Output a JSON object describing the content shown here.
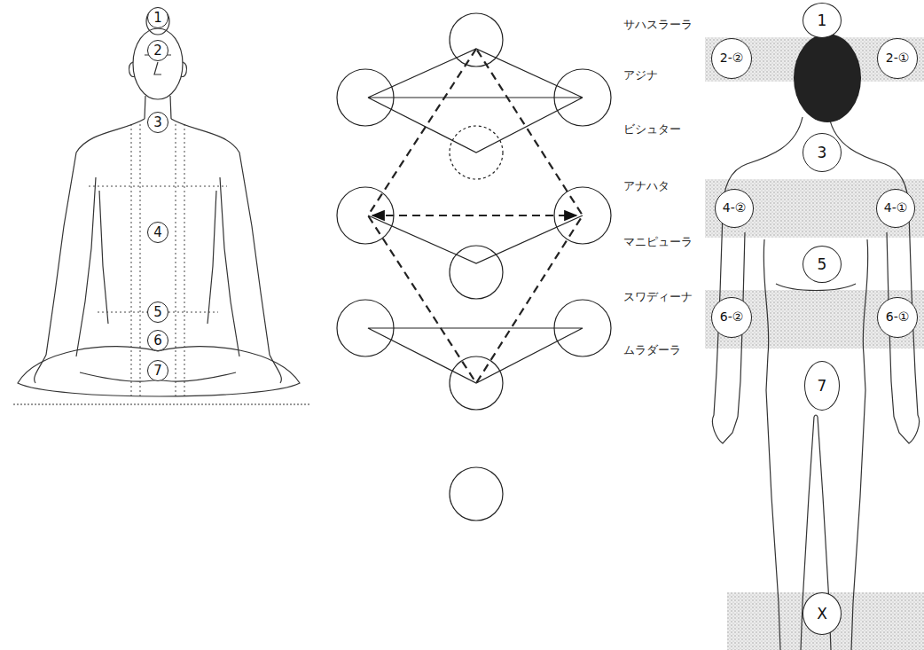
{
  "diagram": {
    "nodes": [
      {
        "text": [
          "1"
        ]
      },
      {
        "text": [
          "2"
        ]
      },
      {
        "text": [
          "3"
        ]
      },
      {
        "text": [
          "4"
        ]
      },
      {
        "text": [
          "5"
        ]
      },
      {
        "text": [
          "6"
        ]
      },
      {
        "text": [
          "7"
        ]
      },
      {
        "text": [
          "1"
        ]
      },
      {
        "text": [
          "2-②"
        ]
      },
      {
        "text": [
          "2-①"
        ]
      },
      {
        "text": [
          "3"
        ]
      },
      {
        "text": [
          "4-②"
        ]
      },
      {
        "text": [
          "4-①"
        ]
      },
      {
        "text": [
          "5"
        ]
      },
      {
        "text": [
          "6-②"
        ]
      },
      {
        "text": [
          "6-①"
        ]
      },
      {
        "text": [
          "7"
        ]
      },
      {
        "text": [
          "X"
        ]
      }
    ],
    "labels": [
      "サハスラーラ",
      "アジナ",
      "ビシュター",
      "アナハタ",
      "マニピューラ",
      "スワディーナ",
      "ムラダーラ"
    ]
  }
}
